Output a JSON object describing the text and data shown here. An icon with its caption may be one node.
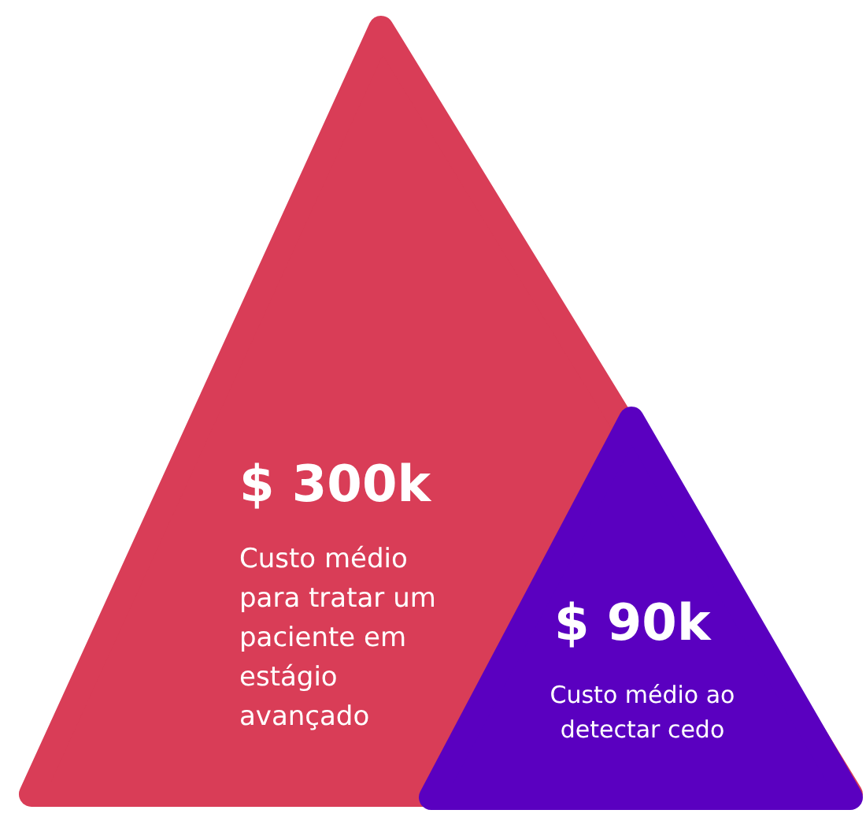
{
  "diagram": {
    "nodes": [
      {
        "text": [
          "$ 300k",
          "Custo médio para tratar um paciente em estágio avançado"
        ]
      },
      {
        "text": [
          "$ 90k",
          "Custo médio ao detectar cedo"
        ],
        "in": 0
      }
    ]
  }
}
